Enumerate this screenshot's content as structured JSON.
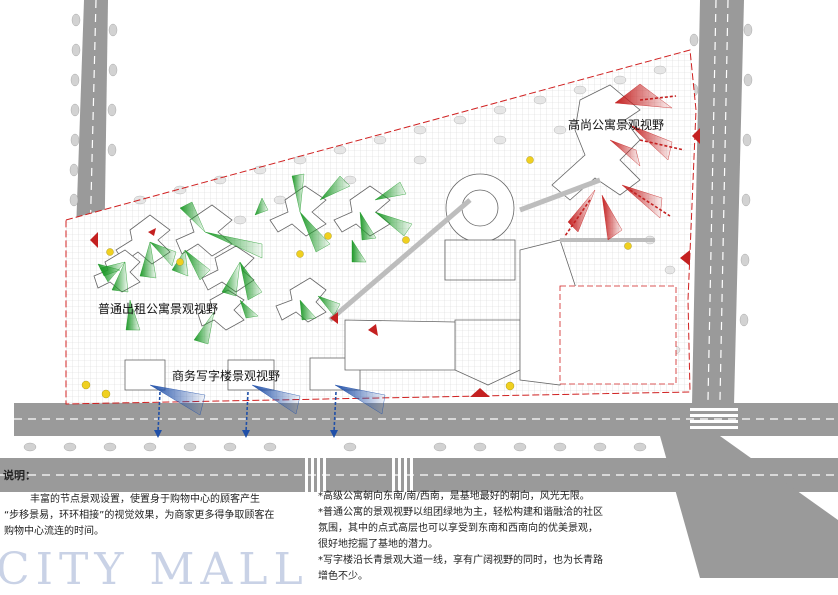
{
  "labels": {
    "luxury_apartment": "高尚公寓景观视野",
    "rental_apartment": "普通出租公寓景观视野",
    "office_building": "商务写字楼景观视野"
  },
  "notes": {
    "title": "说明：",
    "left": [
      "丰富的节点景观设置，使置身于购物中心的顾客产生",
      "“步移景易，环环相接”的视觉效果，为商家更多得争取顾客在",
      "购物中心流连的时间。"
    ],
    "right": [
      "*高级公寓朝向东南/南/西南，是基地最好的朝向，风光无限。",
      "*普通公寓的景观视野以组团绿地为主，轻松构建和谐融洽的社区",
      "氛围，其中的点式高层也可以享受到东南和西南向的优美景观，",
      "很好地挖掘了基地的潜力。",
      "*写字楼沿长青景观大道一线，享有广阔视野的同时，也为长青路",
      "增色不少。"
    ]
  },
  "watermark": "CITY MALL",
  "colors": {
    "road": "#9a9a9a",
    "lane_mark": "#ffffff",
    "crosswalk": "#ffffff",
    "site_boundary": "#d02020",
    "view_green": "#1f9a2a",
    "view_red": "#c42020",
    "view_blue": "#1f4fa8",
    "building_outline": "#666666",
    "tree": "#cfcfcf",
    "bush_yellow": "#f0d020"
  }
}
